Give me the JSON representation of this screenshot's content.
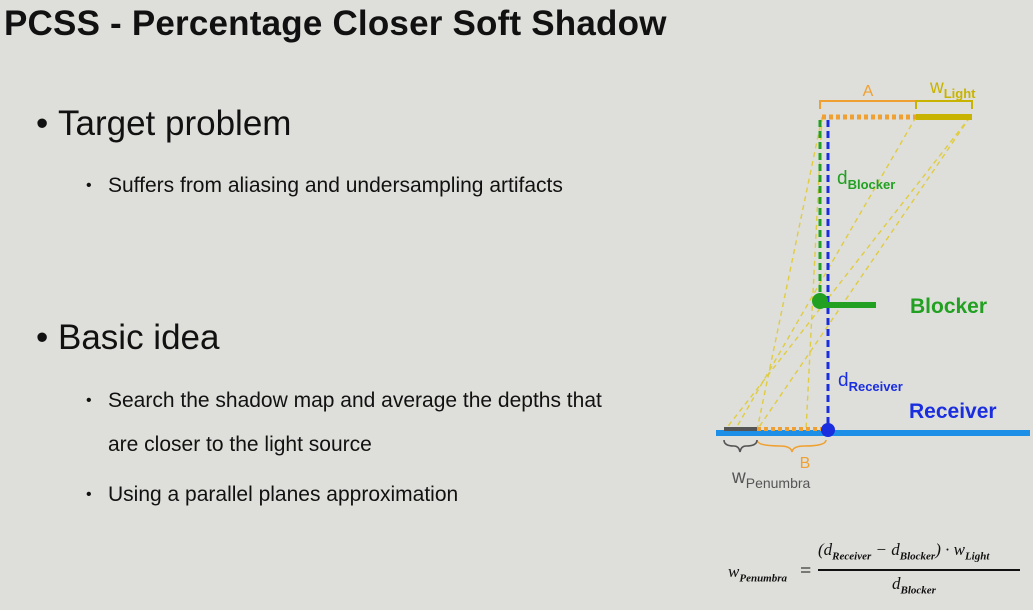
{
  "title": "PCSS - Percentage Closer Soft Shadow",
  "sections": [
    {
      "heading": "Target problem",
      "items": [
        "Suffers from aliasing and undersampling artifacts"
      ]
    },
    {
      "heading": "Basic idea",
      "items": [
        "Search the shadow map and average the depths that",
        "are closer to the light source",
        "Using a parallel planes approximation"
      ]
    }
  ],
  "bullet_glyph": "•",
  "diagram": {
    "label_a": "A",
    "w_light": {
      "base": "w",
      "sub": "Light"
    },
    "d_blocker": {
      "base": "d",
      "sub": "Blocker"
    },
    "blocker": "Blocker",
    "d_receiver": {
      "base": "d",
      "sub": "Receiver"
    },
    "receiver": "Receiver",
    "label_b": "B",
    "w_penumbra": {
      "base": "w",
      "sub": "Penumbra"
    },
    "colors": {
      "light": "#c8b400",
      "orange": "#f0a030",
      "green": "#22a022",
      "blue": "#1a2ee0",
      "receiver": "#1e8fe6",
      "dashed_yellow": "#e0cc40",
      "gray": "#555555"
    }
  },
  "formula": {
    "lhs_base": "w",
    "lhs_sub": "Penumbra",
    "equals": "=",
    "num_open": "(d",
    "num_sub1": "Receiver",
    "num_minus": " − d",
    "num_sub2": "Blocker",
    "num_close": ") · w",
    "num_sub3": "Light",
    "den_base": "d",
    "den_sub": "Blocker"
  }
}
